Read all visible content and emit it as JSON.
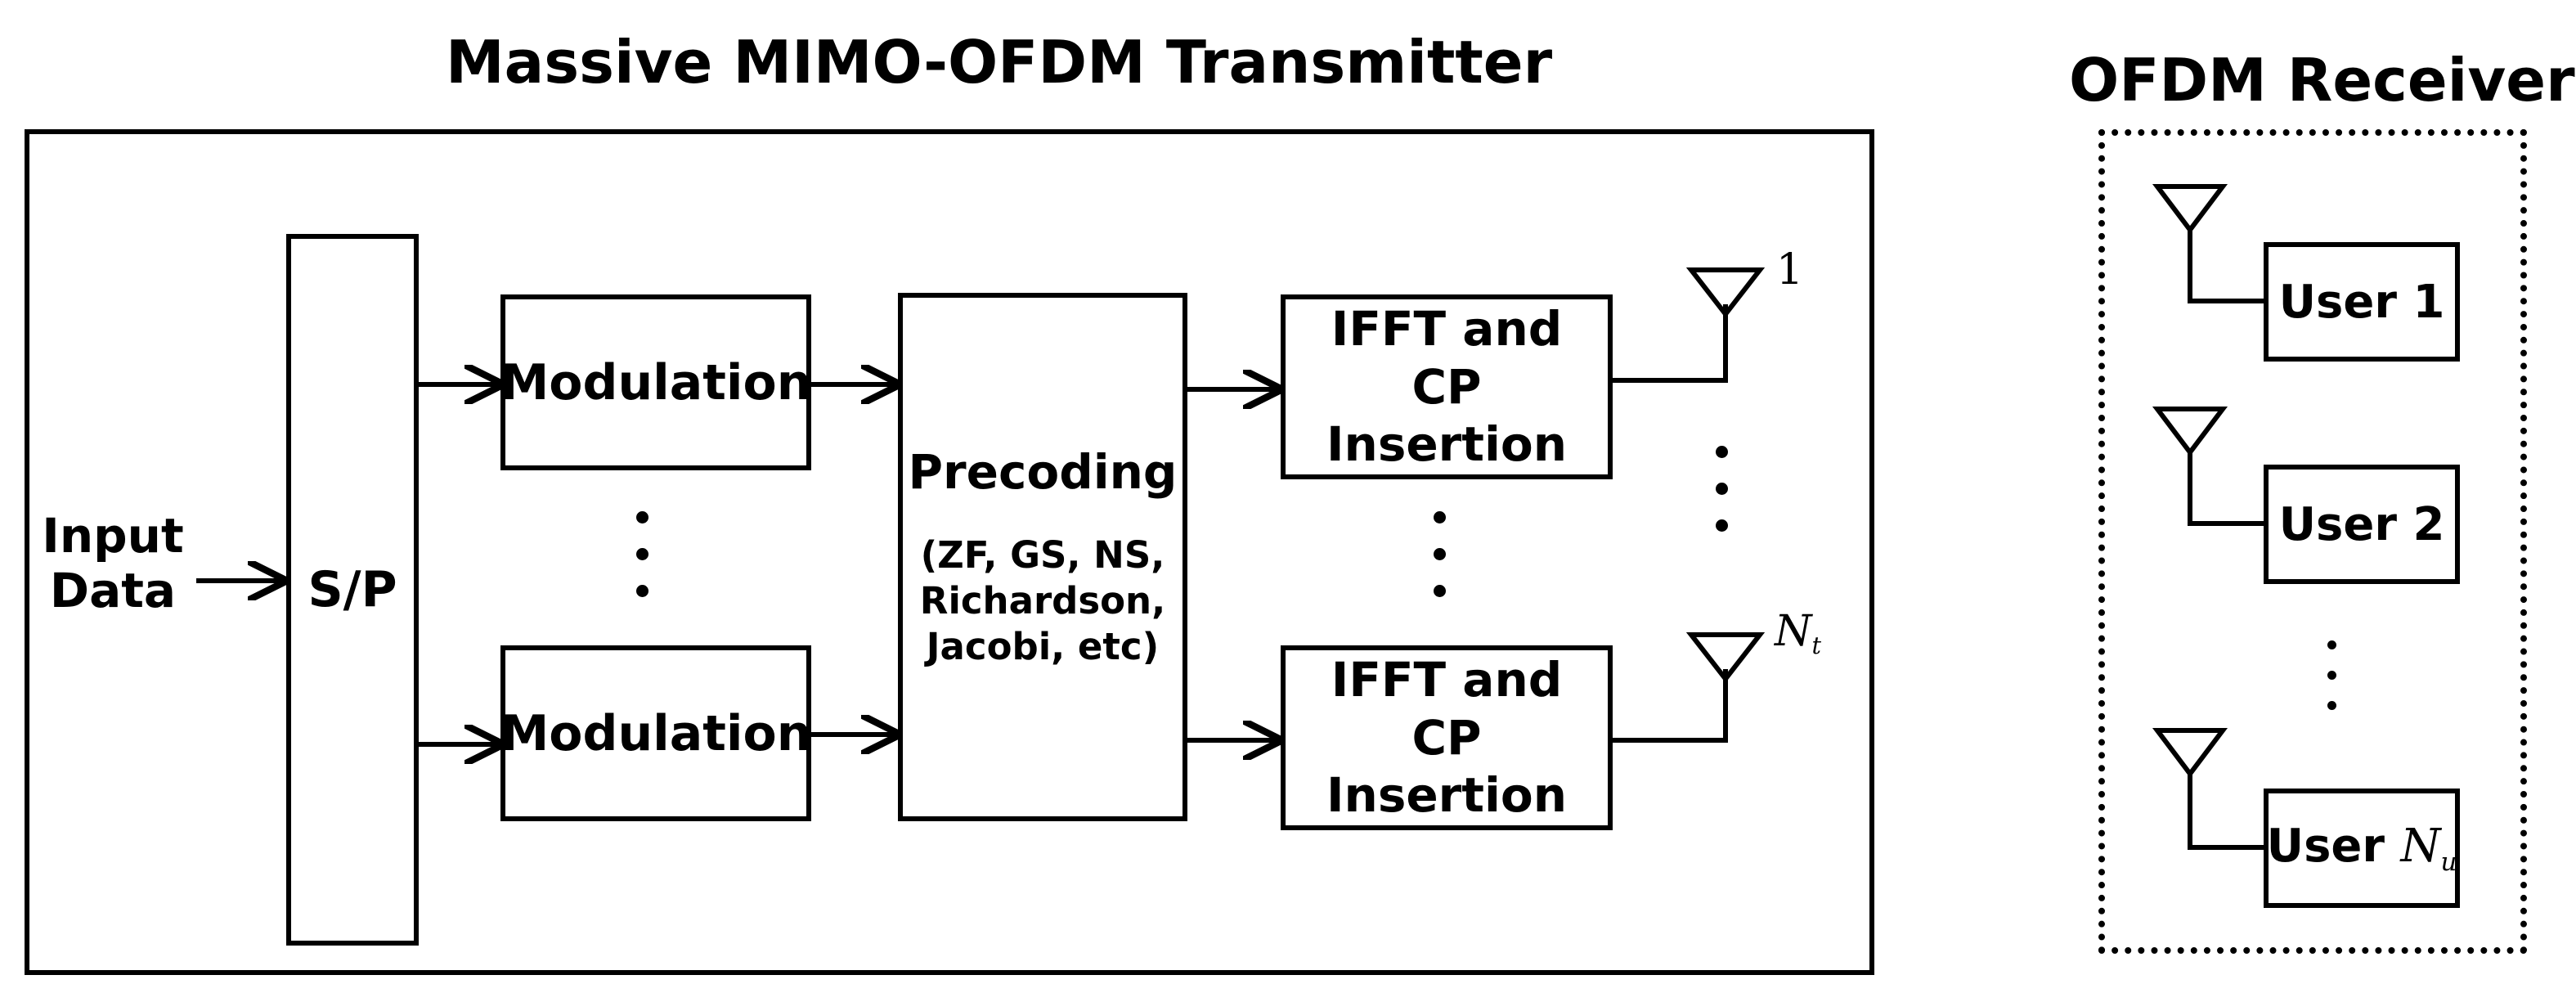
{
  "titles": {
    "transmitter": "Massive MIMO-OFDM Transmitter",
    "receiver": "OFDM Receiver"
  },
  "transmitter": {
    "input_line1": "Input",
    "input_line2": "Data",
    "sp": "S/P",
    "modulation_top": "Modulation",
    "modulation_bottom": "Modulation",
    "precoding_title": "Precoding",
    "precoding_line1": "(ZF, GS, NS,",
    "precoding_line2": "Richardson,",
    "precoding_line3": "Jacobi, etc)",
    "ifft_top_line1": "IFFT and",
    "ifft_top_line2": "CP Insertion",
    "ifft_bottom_line1": "IFFT and",
    "ifft_bottom_line2": "CP Insertion",
    "antenna_top": "1",
    "antenna_bottom_var": "N",
    "antenna_bottom_sub": "t"
  },
  "receiver": {
    "user1": "User 1",
    "user2": "User 2",
    "userN_prefix": "User ",
    "userN_var": "N",
    "userN_sub": "u"
  }
}
